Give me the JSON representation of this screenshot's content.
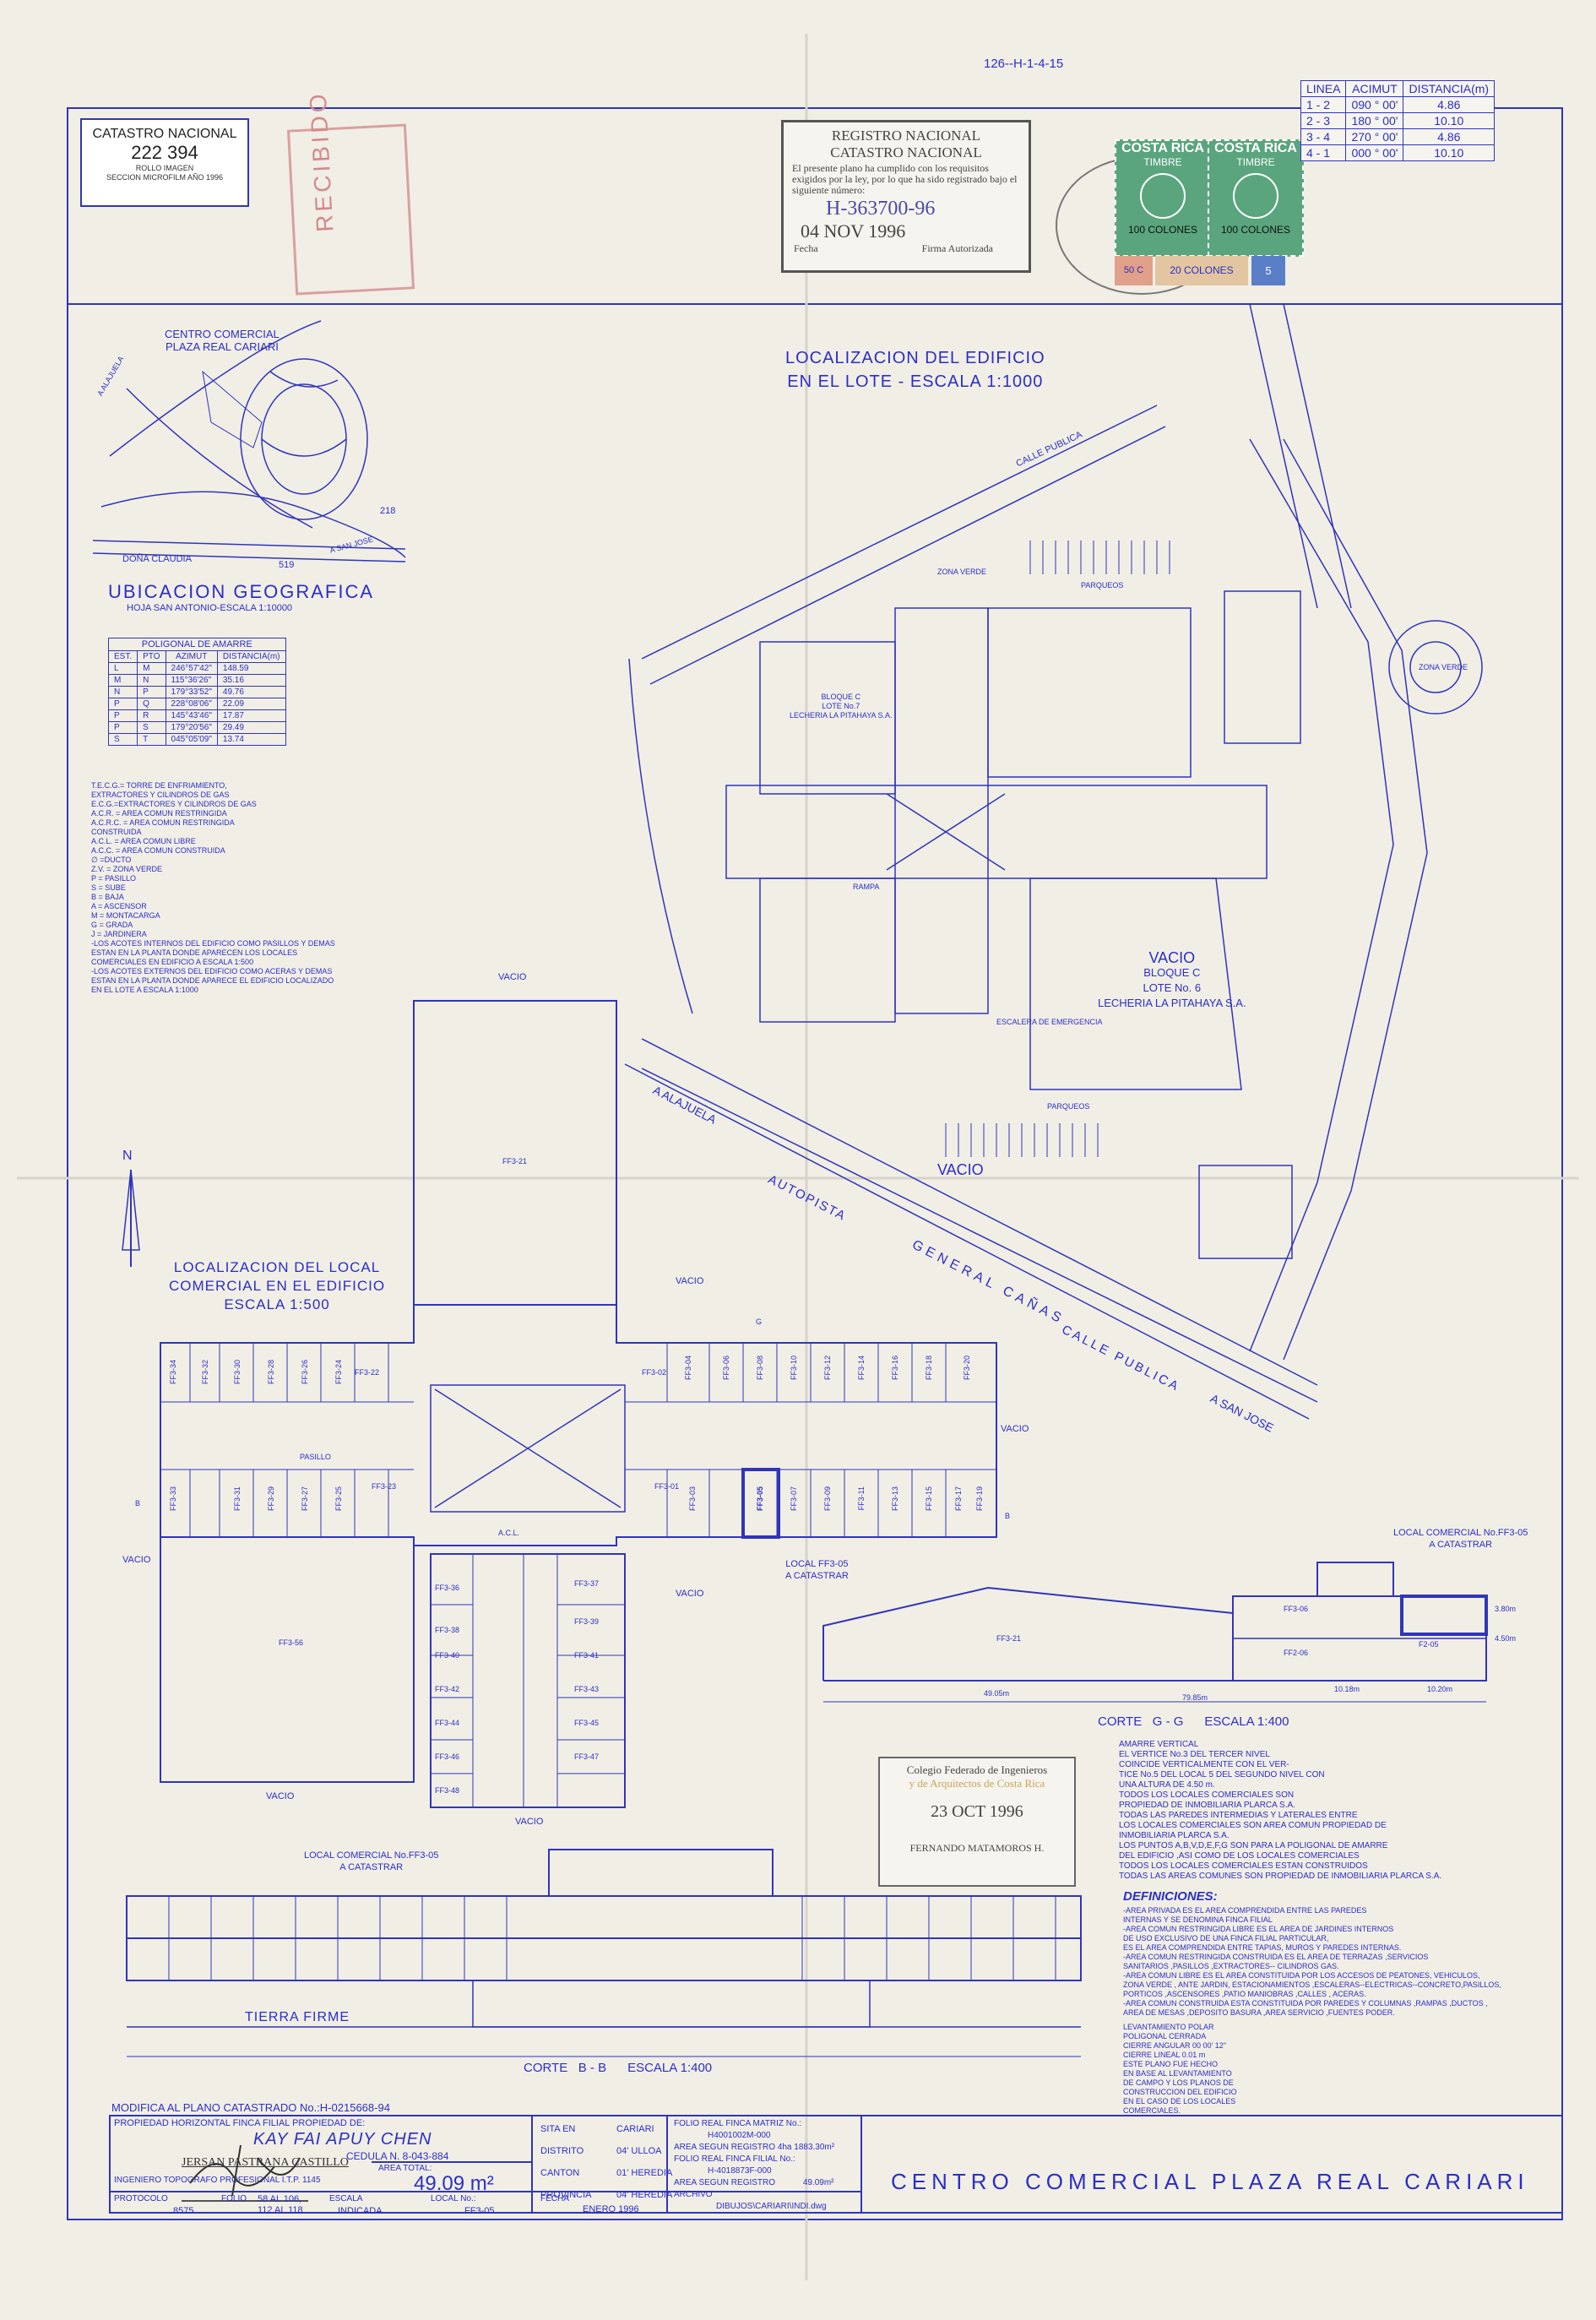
{
  "header": {
    "sheet_ref_line1": "126-",
    "sheet_ref_line2": "-H-1-4-15"
  },
  "catastro_box": {
    "title": "CATASTRO NACIONAL",
    "number": "222 394",
    "line1": "ROLLO IMAGEN",
    "line2": "SECCION MICROFILM AÑO 1996"
  },
  "recibido_stamp": "RECIBIDO",
  "registro_stamp": {
    "title1": "REGISTRO NACIONAL",
    "title2": "CATASTRO NACIONAL",
    "body": "El presente plano ha cumplido con los requisitos exigidos por la ley, por lo que ha sido registrado bajo el siguiente número:",
    "number": "H-363700-96",
    "date": "04 NOV 1996",
    "fecha_label": "Fecha",
    "firma_label": "Firma Autorizada"
  },
  "timbres": {
    "country": "COSTA RICA",
    "word": "TIMBRE",
    "value1": "100 COLONES",
    "value2": "100 COLONES",
    "value3": "50 C",
    "value4": "20 COLONES",
    "value5": "5"
  },
  "linea_table": {
    "headers": [
      "LINEA",
      "ACIMUT",
      "DISTANCIA(m)"
    ],
    "rows": [
      [
        "1 - 2",
        "090 ° 00'",
        "4.86"
      ],
      [
        "2 - 3",
        "180 ° 00'",
        "10.10"
      ],
      [
        "3 - 4",
        "270 ° 00'",
        "4.86"
      ],
      [
        "4 - 1",
        "000 ° 00'",
        "10.10"
      ]
    ]
  },
  "ubicacion": {
    "map_label_1": "CENTRO COMERCIAL",
    "map_label_2": "PLAZA REAL CARIARI",
    "label_218": "218",
    "label_519": "519",
    "label_dona_claudia": "DOÑA CLAUDIA",
    "label_san_jose": "A SAN JOSE",
    "label_alajuela": "A ALAJUELA",
    "title": "UBICACION GEOGRAFICA",
    "subtitle": "HOJA SAN ANTONIO-ESCALA 1:10000"
  },
  "poligonal": {
    "title": "POLIGONAL DE AMARRE",
    "headers": [
      "EST.",
      "PTO",
      "AZIMUT",
      "DISTANCIA(m)"
    ],
    "rows": [
      [
        "L",
        "M",
        "246°57'42\"",
        "148.59"
      ],
      [
        "M",
        "N",
        "115°36'26\"",
        "35.16"
      ],
      [
        "N",
        "P",
        "179°33'52\"",
        "49.76"
      ],
      [
        "P",
        "Q",
        "228°08'06\"",
        "22.09"
      ],
      [
        "P",
        "R",
        "145°43'46\"",
        "17.87"
      ],
      [
        "P",
        "S",
        "179°20'56\"",
        "29.49"
      ],
      [
        "S",
        "T",
        "045°05'09\"",
        "13.74"
      ]
    ]
  },
  "legend_notes": [
    "T.E.C.G.= TORRE DE ENFRIAMIENTO,",
    "EXTRACTORES Y CILINDROS DE GAS",
    "E.C.G.=EXTRACTORES Y CILINDROS DE GAS",
    "A.C.R. = AREA COMUN RESTRINGIDA",
    "A.C.R.C. = AREA COMUN RESTRINGIDA",
    "CONSTRUIDA",
    "A.C.L. = AREA COMUN LIBRE",
    "A.C.C. = AREA COMUN CONSTRUIDA",
    "∅ =DUCTO",
    "Z.V. = ZONA VERDE",
    "P = PASILLO",
    "S = SUBE",
    "B = BAJA",
    "A = ASCENSOR",
    "M = MONTACARGA",
    "G = GRADA",
    "J = JARDINERA",
    "-LOS ACOTES INTERNOS DEL EDIFICIO COMO PASILLOS Y DEMAS",
    "ESTAN EN LA PLANTA DONDE APARECEN LOS LOCALES",
    "COMERCIALES EN EDIFICIO A ESCALA 1:500",
    "-LOS ACOTES EXTERNOS DEL EDIFICIO COMO ACERAS Y DEMAS",
    "ESTAN EN LA PLANTA DONDE APARECE EL EDIFICIO LOCALIZADO",
    "EN EL LOTE A ESCALA 1:1000"
  ],
  "site_plan": {
    "title_line1": "LOCALIZACION DEL EDIFICIO",
    "title_line2": "EN EL LOTE - ESCALA 1:1000",
    "calle_publica": "CALLE PUBLICA",
    "bloque_c_lote7": "BLOQUE C\nLOTE No.7\nLECHERIA LA PITAHAYA S.A.",
    "bloque_c_lote6_1": "BLOQUE C",
    "bloque_c_lote6_2": "LOTE No. 6",
    "bloque_c_lote6_3": "LECHERIA LA PITAHAYA S.A.",
    "vacio": "VACIO",
    "parqueos": "PARQUEOS",
    "zona_verde": "ZONA VERDE",
    "autopista": "AUTOPISTA",
    "general_canas": "GENERAL CAÑAS",
    "calle_publica_2": "CALLE PUBLICA",
    "a_alajuela": "A ALAJUELA",
    "a_san_jose": "A SAN JOSE",
    "rampa": "RAMPA",
    "escalera": "ESCALERA DE EMERGENCIA"
  },
  "north": "N",
  "floor_plan": {
    "title_line1": "LOCALIZACION DEL LOCAL",
    "title_line2": "COMERCIAL EN EL EDIFICIO",
    "title_line3": "ESCALA 1:500",
    "vacio": "VACIO",
    "ff3_21": "FF3-21",
    "ff3_56": "FF3-56",
    "pasillo": "PASILLO",
    "acl": "A.C.L.",
    "local_label_1": "LOCAL FF3-05",
    "local_label_2": "A CATASTRAR",
    "top_row_left": [
      "FF3-34",
      "FF3-32",
      "FF3-30",
      "FF3-28",
      "FF3-26",
      "FF3-24"
    ],
    "bottom_row_left": [
      "FF3-33",
      "FF3-31",
      "FF3-29",
      "FF3-27",
      "FF3-25"
    ],
    "top_row_right": [
      "FF3-04",
      "FF3-06",
      "FF3-08",
      "FF3-10",
      "FF3-12",
      "FF3-14",
      "FF3-16",
      "FF3-18",
      "FF3-20"
    ],
    "bottom_row_right": [
      "FF3-01",
      "FF3-03",
      "FF3-05",
      "FF3-07",
      "FF3-09",
      "FF3-11",
      "FF3-13",
      "FF3-15",
      "FF3-17",
      "FF3-19"
    ],
    "wing_left": [
      "FF3-36",
      "FF3-38",
      "FF3-40",
      "FF3-42",
      "FF3-44",
      "FF3-46",
      "FF3-48"
    ],
    "wing_right": [
      "FF3-37",
      "FF3-39",
      "FF3-41",
      "FF3-43",
      "FF3-45",
      "FF3-47"
    ],
    "ff3_22": "FF3-22",
    "ff3_23": "FF3-23",
    "ff3_02": "FF3-02",
    "ff3_01": "FF3-01",
    "b_label": "B",
    "g_label": "G"
  },
  "section_gg": {
    "title": "CORTE   G - G      ESCALA 1:400",
    "local_1": "LOCAL COMERCIAL No.FF3-05",
    "local_2": "A CATASTRAR",
    "ff3_21": "FF3-21",
    "ff3_06": "FF3-06",
    "ff2_06": "FF2-06",
    "f2_05": "F2-05",
    "dims": [
      "49.05m",
      "79.85m",
      "10.18m",
      "10.20m"
    ],
    "heights": [
      "3.80m",
      "4.50m"
    ]
  },
  "section_bb": {
    "local_1": "LOCAL COMERCIAL No.FF3-05",
    "local_2": "A CATASTRAR",
    "tierra_firme": "TIERRA FIRME",
    "title": "CORTE   B - B      ESCALA 1:400"
  },
  "colegio_stamp": {
    "line1": "Colegio Federado de Ingenieros",
    "line2": "y de Arquitectos de Costa Rica",
    "date": "23 OCT 1996",
    "name": "FERNANDO MATAMOROS H."
  },
  "notes": [
    "AMARRE VERTICAL",
    "EL VERTICE No.3  DEL TERCER NIVEL",
    "COINCIDE VERTICALMENTE CON EL VER-",
    "TICE No.5  DEL LOCAL 5 DEL SEGUNDO NIVEL CON",
    "UNA ALTURA DE 4.50 m.",
    "TODOS LOS LOCALES COMERCIALES SON",
    "PROPIEDAD DE INMOBILIARIA PLARCA S.A.",
    "TODAS LAS PAREDES INTERMEDIAS Y LATERALES ENTRE",
    "LOS LOCALES COMERCIALES SON AREA COMUN PROPIEDAD DE",
    "INMOBILIARIA PLARCA S.A.",
    "LOS PUNTOS A,B,V,D,E,F,G SON PARA LA POLIGONAL DE AMARRE",
    "DEL EDIFICIO ,ASI COMO DE LOS LOCALES COMERCIALES",
    "TODOS LOS LOCALES COMERCIALES ESTAN CONSTRUIDOS",
    "TODAS LAS AREAS COMUNES SON PROPIEDAD DE INMOBILIARIA PLARCA S.A."
  ],
  "definiciones": {
    "title": "DEFINICIONES:",
    "lines": [
      "-AREA PRIVADA ES EL AREA COMPRENDIDA ENTRE LAS PAREDES",
      "INTERNAS Y SE DENOMINA FINCA FILIAL",
      "-AREA COMUN RESTRINGIDA LIBRE ES EL AREA DE JARDINES INTERNOS",
      "DE USO EXCLUSIVO DE UNA FINCA FILIAL PARTICULAR,",
      "ES EL AREA COMPRENDIDA ENTRE TAPIAS, MUROS Y PAREDES INTERNAS.",
      "-AREA COMUN RESTRINGIDA CONSTRUIDA ES EL AREA DE TERRAZAS ,SERVICIOS",
      "SANITARIOS ,PASILLOS ,EXTRACTORES-- CILINDROS GAS.",
      "-AREA COMUN LIBRE ES EL AREA CONSTITUIDA POR LOS ACCESOS DE PEATONES, VEHICULOS,",
      "ZONA VERDE , ANTE JARDIN, ESTACIONAMIENTOS ,ESCALERAS--ELECTRICAS--CONCRETO,PASILLOS,",
      "PORTICOS ,ASCENSORES ,PATIO MANIOBRAS ,CALLES , ACERAS.",
      "-AREA COMUN CONSTRUIDA ESTA CONSTITUIDA POR PAREDES Y COLUMNAS ,RAMPAS ,DUCTOS ,",
      "AREA DE MESAS ,DEPOSITO BASURA ,AREA SERVICIO ,FUENTES PODER."
    ]
  },
  "levantamiento": [
    "LEVANTAMIENTO POLAR",
    "POLIGONAL  CERRADA",
    "CIERRE ANGULAR  00 00' 12\"",
    "CIERRE LINEAL  0.01 m",
    "ESTE PLANO FUE HECHO",
    "EN BASE AL LEVANTAMIENTO",
    "DE CAMPO Y LOS PLANOS DE",
    "CONSTRUCCION DEL EDIFICIO",
    "EN EL CASO DE LOS LOCALES",
    "COMERCIALES."
  ],
  "title_block": {
    "modifica": "MODIFICA AL PLANO CATASTRADO No.:H-0215668-94",
    "propiedad_label": "PROPIEDAD HORIZONTAL FINCA FILIAL PROPIEDAD DE:",
    "owner": "KAY FAI APUY CHEN",
    "cedula": "CEDULA N. 8-043-884",
    "area_label": "AREA TOTAL:",
    "area_value": "49.09",
    "area_unit": "m²",
    "engineer": "JERSAN PASTRANA CASTILLO",
    "engineer_title": "INGENIERO TOPOGRAFO PROFESIONAL I.T.P. 1145",
    "protocolo_label": "PROTOCOLO",
    "protocolo_value": "8575",
    "folio_label": "FOLIO",
    "folio_value1": "58 AL 106,",
    "folio_value2": "112 AL 118",
    "escala_label": "ESCALA",
    "escala_value": "INDICADA",
    "local_label": "LOCAL No.:",
    "local_value": "FF3-05",
    "sita_label": "SITA EN",
    "sita_value": "CARIARI",
    "distrito_label": "DISTRITO",
    "distrito_value": "04' ULLOA",
    "canton_label": "CANTON",
    "canton_value": "01' HEREDIA",
    "provincia_label": "PROVINCIA",
    "provincia_value": "04' HEREDIA",
    "fecha_label": "FECHA",
    "fecha_value": "ENERO 1996",
    "folio_matriz_label": "FOLIO REAL FINCA MATRIZ No.:",
    "folio_matriz_value": "H4001002M-000",
    "area_registro_label": "AREA SEGUN REGISTRO",
    "area_registro_value": "4ha 1883.30m²",
    "folio_filial_label": "FOLIO REAL FINCA FILIAL No.:",
    "folio_filial_value": "H-4018873F-000",
    "area_registro2_label": "AREA SEGUN REGISTRO",
    "area_registro2_value": "49.09m²",
    "archivo_label": "ARCHIVO",
    "archivo_value": "DIBUJOS\\CARIARI\\INDI.dwg",
    "project_title": "CENTRO COMERCIAL PLAZA REAL CARIARI"
  }
}
